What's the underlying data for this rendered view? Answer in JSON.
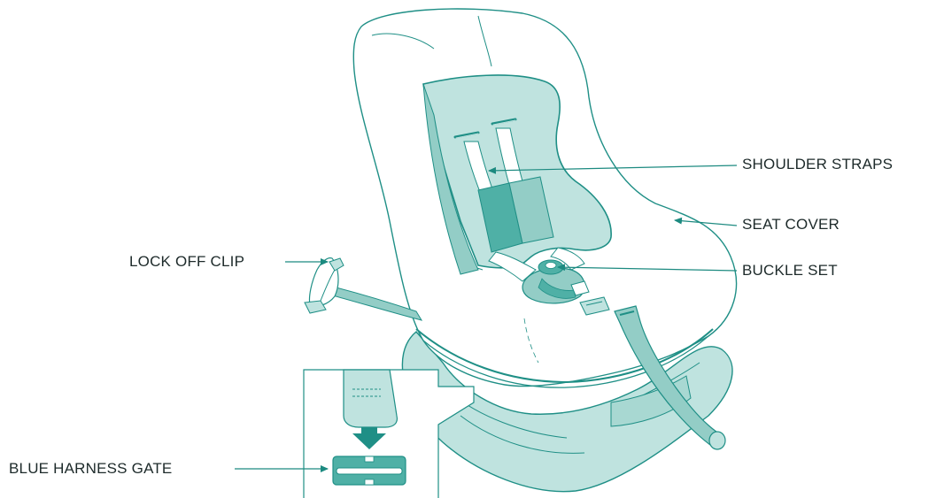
{
  "labels": {
    "shoulder_straps": "SHOULDER STRAPS",
    "seat_cover": "SEAT COVER",
    "buckle_set": "BUCKLE SET",
    "lock_off_clip": "LOCK OFF CLIP",
    "blue_harness_gate": "BLUE HARNESS GATE"
  },
  "colors": {
    "outline": "#1f8f86",
    "fill_light": "#bfe3df",
    "fill_mid": "#93cdc6",
    "fill_dark": "#4fb0a6",
    "arrow": "#1c8a80",
    "text": "#1d2a2a"
  }
}
